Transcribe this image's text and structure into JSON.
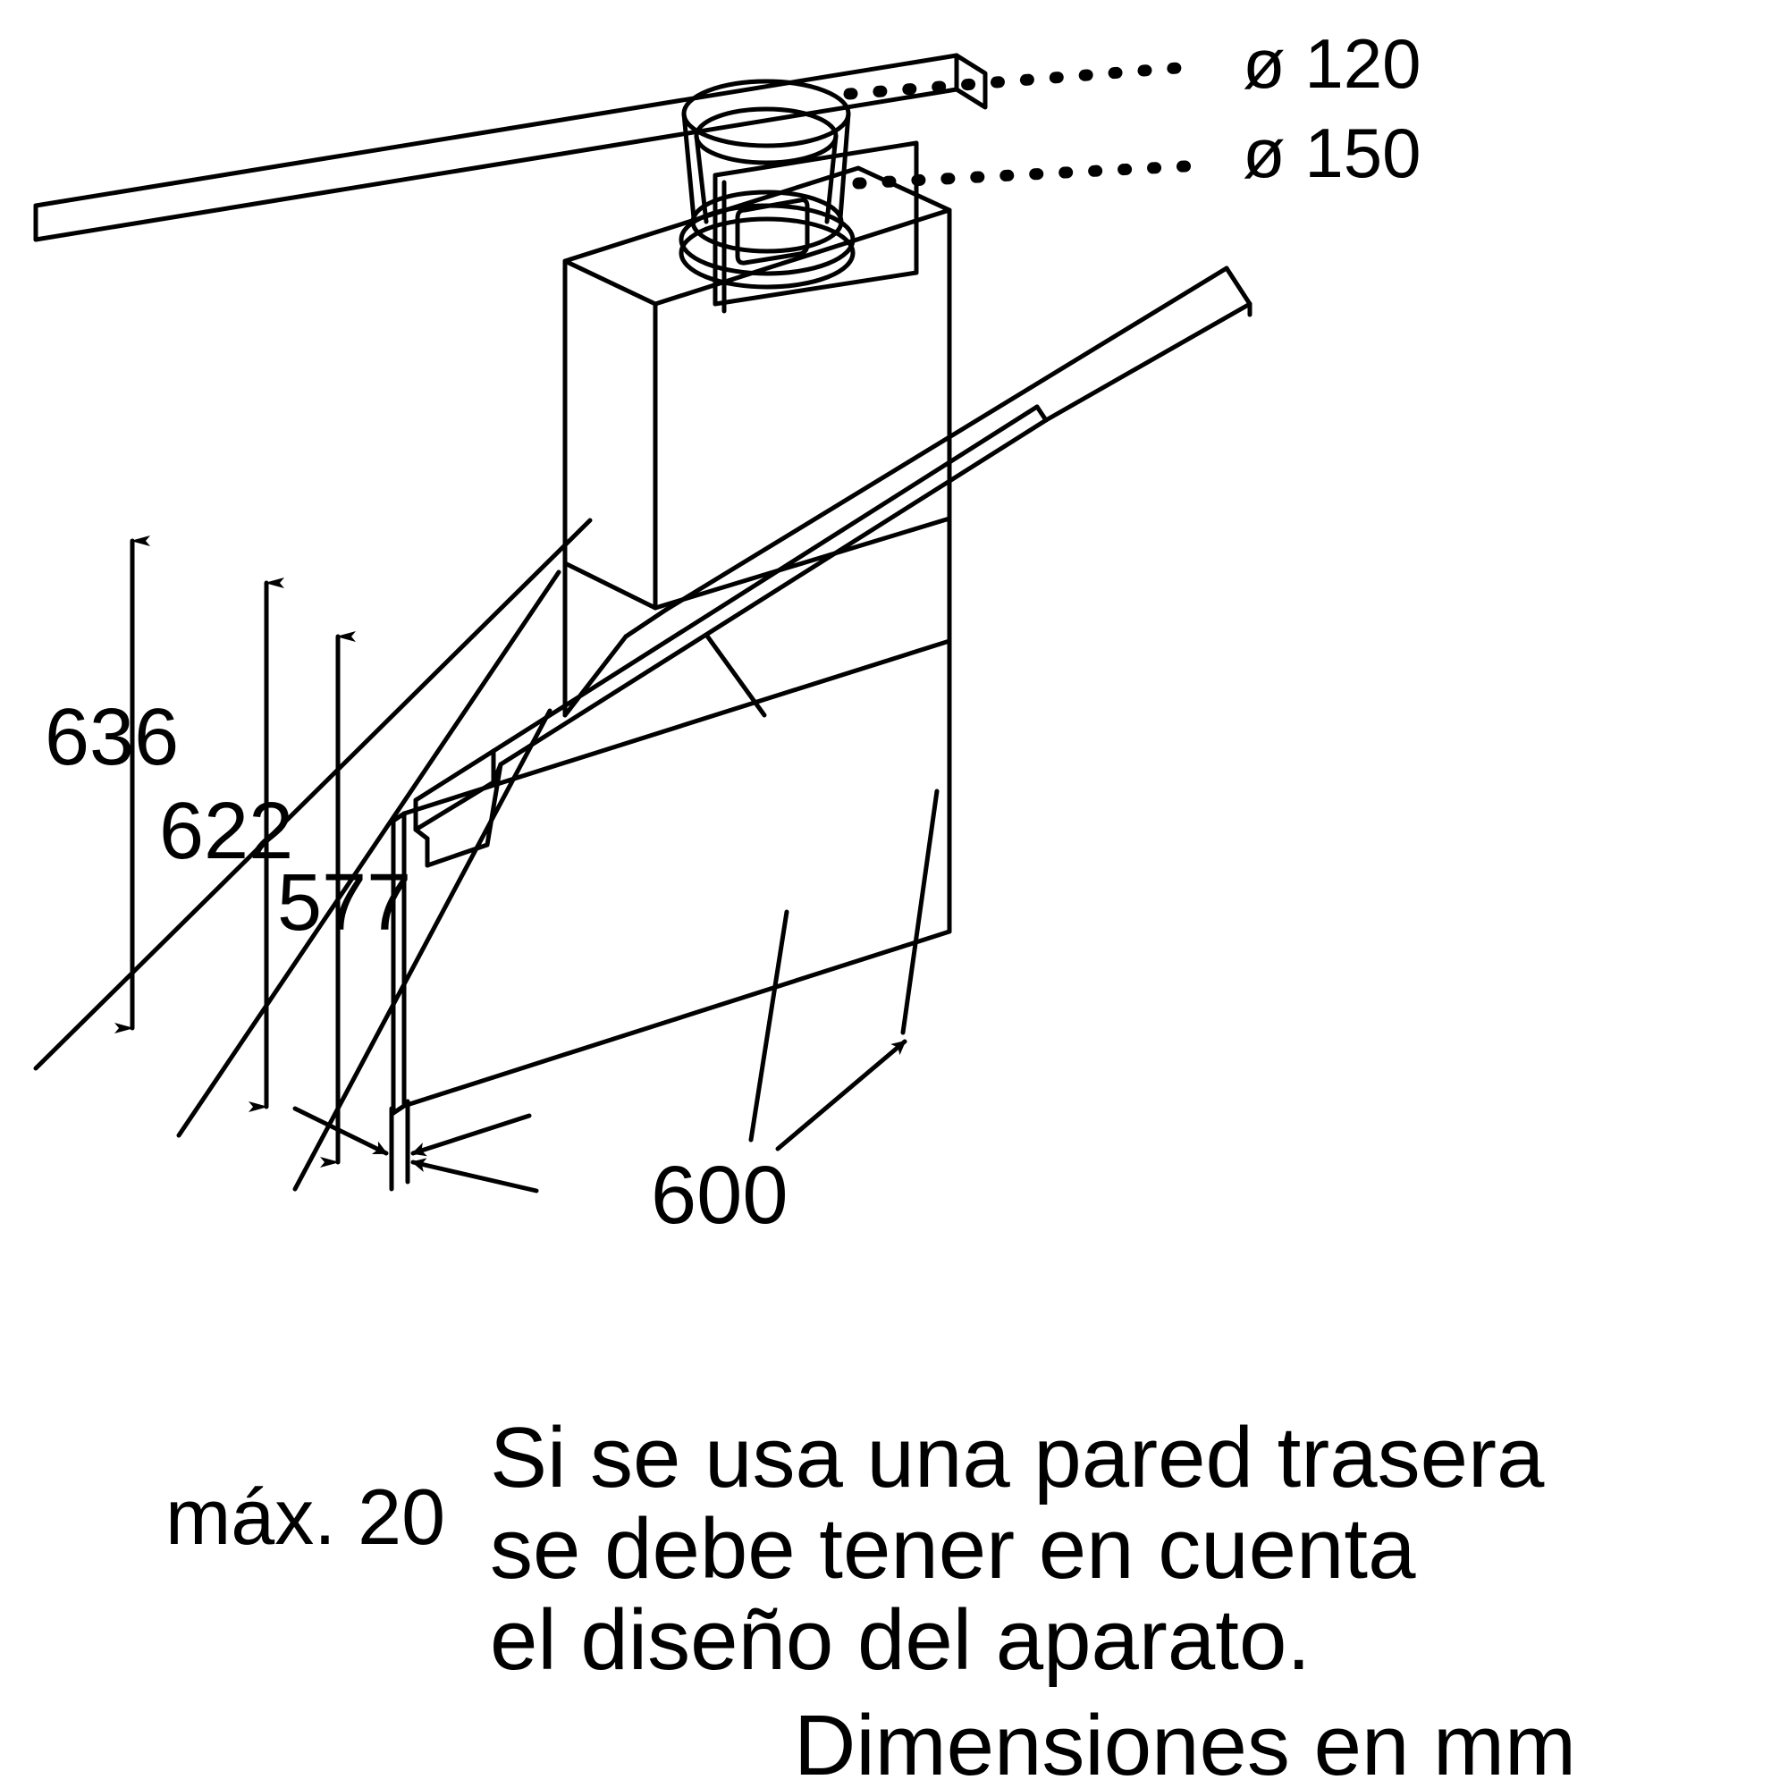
{
  "drawing": {
    "title": "Campana extractora - dibujo dimensional isométrico",
    "units_note": "Dimensiones en mm",
    "line_color": "#000000",
    "background_color": "#ffffff"
  },
  "duct_labels": [
    {
      "id": "duct-120",
      "text": "ø 120"
    },
    {
      "id": "duct-150",
      "text": "ø 150"
    }
  ],
  "vertical_dimensions": [
    {
      "id": "height-636",
      "value": "636"
    },
    {
      "id": "height-622",
      "value": "622"
    },
    {
      "id": "height-577",
      "value": "577"
    }
  ],
  "width_dimension": {
    "id": "width-600",
    "value": "600"
  },
  "depth_dimension": {
    "id": "max-20",
    "value": "máx. 20"
  },
  "note_block": {
    "lines": [
      "Si se usa una pared trasera",
      "se debe tener en cuenta",
      "el diseño del aparato."
    ]
  },
  "footer_note": {
    "text": "Dimensiones en mm"
  }
}
